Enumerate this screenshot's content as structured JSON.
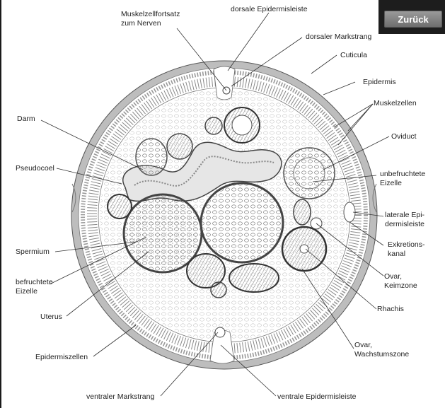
{
  "ui": {
    "back_label": "Zurück"
  },
  "labels": {
    "muskelzellfortsatz": "Muskelzellfortsatz\nzum Nerven",
    "dorsale_epidermisleiste": "dorsale Epidermisleiste",
    "dorsaler_markstrang": "dorsaler Markstrang",
    "cuticula": "Cuticula",
    "epidermis": "Epidermis",
    "muskelzellen": "Muskelzellen",
    "oviduct": "Oviduct",
    "unbefruchtete_eizelle": "unbefruchtete\nEizelle",
    "laterale_epidermisleiste": "laterale Epi-\ndermisleiste",
    "exkretionskanal": "Exkretions-\nkanal",
    "ovar_keimzone": "Ovar,\nKeimzone",
    "rhachis": "Rhachis",
    "ovar_wachstumszone": "Ovar,\nWachstumszone",
    "ventrale_epidermisleiste": "ventrale Epidermisleiste",
    "ventraler_markstrang": "ventraler Markstrang",
    "epidermiszellen": "Epidermiszellen",
    "uterus": "Uterus",
    "befruchtete_eizelle": "befruchtete\nEizelle",
    "spermium": "Spermium",
    "pseudocoel": "Pseudocoel",
    "darm": "Darm"
  }
}
